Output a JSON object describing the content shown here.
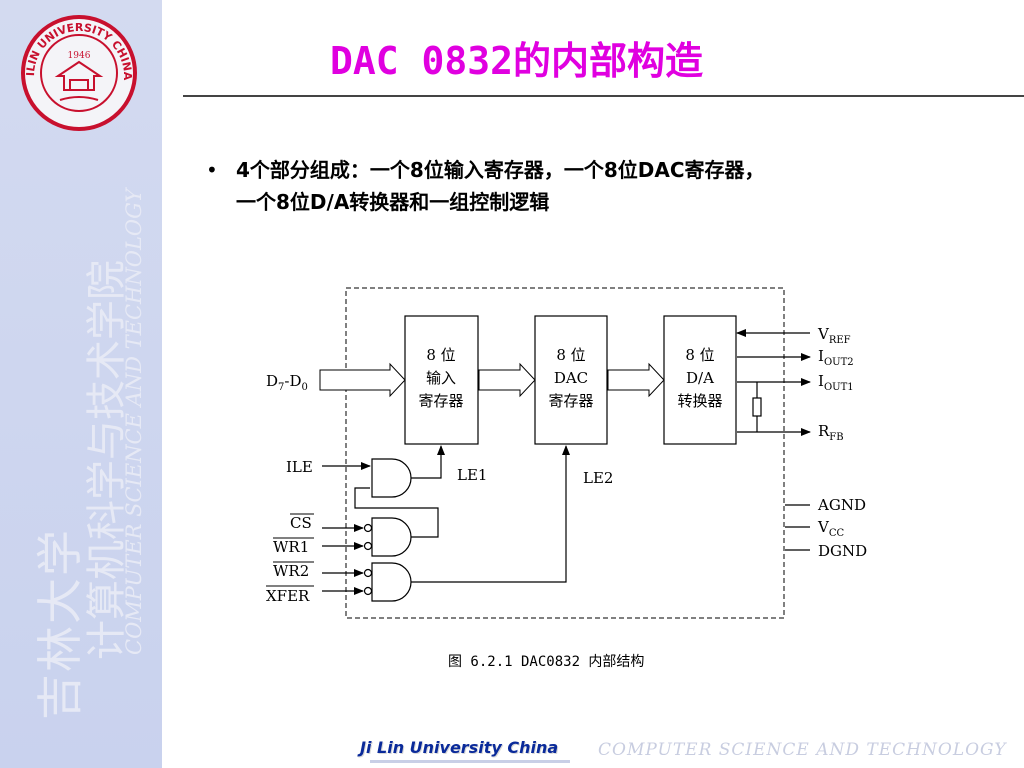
{
  "page": {
    "title": "DAC 0832的内部构造",
    "bullet": "•",
    "bullet_lines": [
      "4个部分组成：一个8位输入寄存器，一个8位DAC寄存器，",
      "一个8位D/A转换器和一组控制逻辑"
    ]
  },
  "sidebar": {
    "logo_top": "JILIN UNIVERSITY CHINA",
    "logo_year": "1946",
    "vertical_cn_1": "吉林大学",
    "vertical_cn_2": "计算机科学与技术学院",
    "vertical_en": "COMPUTER SCIENCE AND TECHNOLOGY"
  },
  "diagram": {
    "blocks": {
      "input_reg": [
        "8 位",
        "输入",
        "寄存器"
      ],
      "dac_reg": [
        "8 位",
        "DAC",
        "寄存器"
      ],
      "converter": [
        "8 位",
        "D/A",
        "转换器"
      ]
    },
    "input": {
      "base": "D",
      "sub_a": "7",
      "dash": "-D",
      "sub_b": "0"
    },
    "signals_left": {
      "ile": "ILE",
      "cs": "CS",
      "wr1": "WR1",
      "wr2": "WR2",
      "xfer": "XFER"
    },
    "latch_labels": {
      "le1": "LE1",
      "le2": "LE2"
    },
    "pins_right": {
      "vref": {
        "base": "V",
        "sub": "REF"
      },
      "iout2": {
        "base": "I",
        "sub": "OUT2"
      },
      "iout1": {
        "base": "I",
        "sub": "OUT1"
      },
      "rfb": {
        "base": "R",
        "sub": "FB"
      },
      "agnd": "AGND",
      "vcc": {
        "base": "V",
        "sub": "CC"
      },
      "dgnd": "DGND"
    },
    "caption": "图 6.2.1   DAC0832 内部结构"
  },
  "footer": {
    "brand": "Ji Lin University China",
    "dept": "COMPUTER  SCIENCE  AND  TECHNOLOGY"
  },
  "colors": {
    "title": "#e000e0",
    "sidebar": "#cdd5ef",
    "footer_brand": "#0a2a9a",
    "logo_red": "#c8102e"
  }
}
